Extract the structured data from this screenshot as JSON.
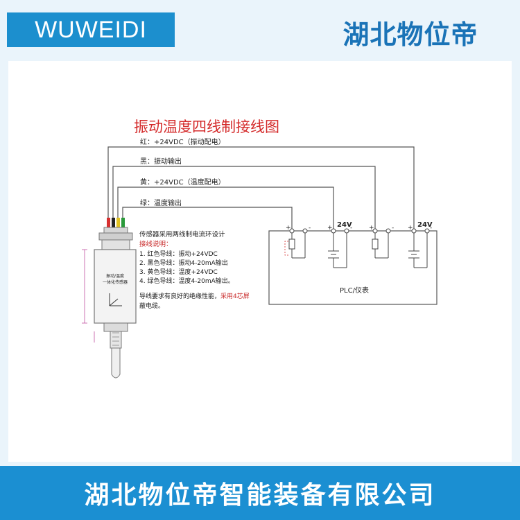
{
  "header": {
    "brand": "WUWEIDI",
    "company_short": "湖北物位帝"
  },
  "diagram": {
    "title": "振动温度四线制接线图",
    "wires": [
      {
        "label": "红：+24VDC（振动配电）",
        "color": "#d83030"
      },
      {
        "label": "黑：振动输出",
        "color": "#222222"
      },
      {
        "label": "黄：+24VDC（温度配电）",
        "color": "#e0c020"
      },
      {
        "label": "绿：温度输出",
        "color": "#2a9a3a"
      }
    ],
    "sensor_label": [
      "振动/温度",
      "一体化传感器"
    ],
    "notes": {
      "heading": "传感器采用两线制电流环设计",
      "subheading": "接线说明：",
      "lines": [
        "1. 红色导线：振动+24VDC",
        "2. 黑色导线：振动4-20mA输出",
        "3. 黄色导线：温度+24VDC",
        "4. 绿色导线：温度4-20mA输出。"
      ],
      "remark_lead": "导线要求有良好的绝缘性能，",
      "remark_highlight": "采用4芯屏",
      "remark_tail": "蔽电缆。"
    },
    "supply_label": "24V",
    "plc_label": "PLC/仪表",
    "plus": "+",
    "minus": "-"
  },
  "footer": {
    "company_full": "湖北物位帝智能装备有限公司"
  }
}
